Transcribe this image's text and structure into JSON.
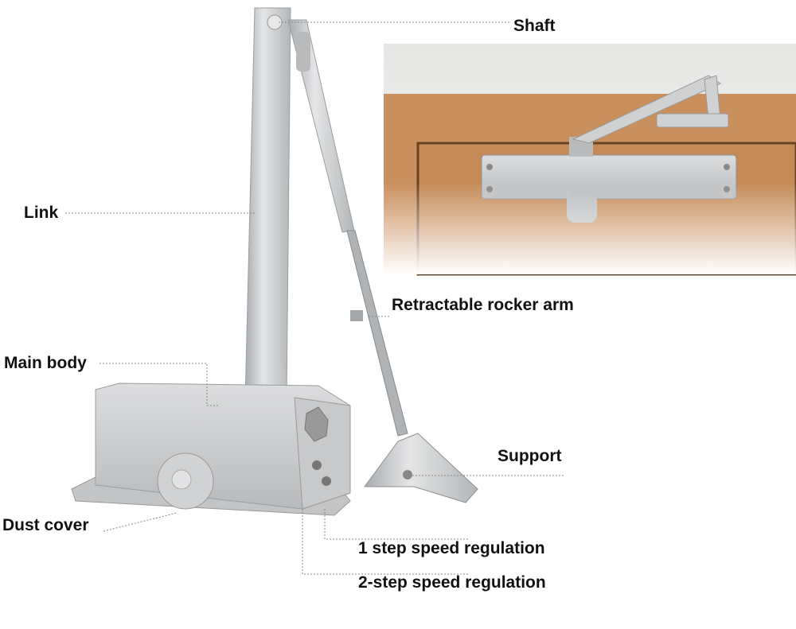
{
  "labels": {
    "shaft": "Shaft",
    "link": "Link",
    "main_body": "Main body",
    "retractable_rocker_arm": "Retractable rocker arm",
    "support": "Support",
    "dust_cover": "Dust cover",
    "step1": "1 step speed regulation",
    "step2": "2-step speed regulation"
  },
  "colors": {
    "metal": "#c9cbcd",
    "metal_dark": "#9ea1a4",
    "door": "#c98f5c",
    "wall": "#e9e9e7"
  }
}
